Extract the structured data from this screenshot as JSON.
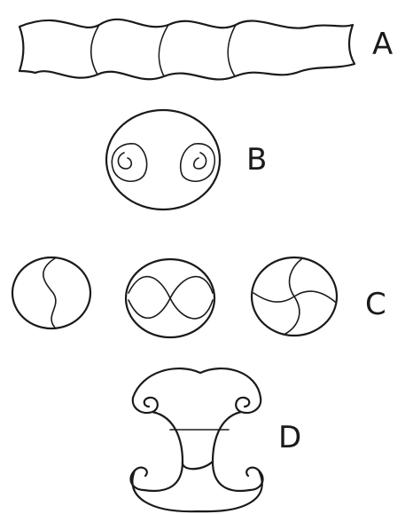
{
  "figure": {
    "labels": {
      "a": "A",
      "b": "B",
      "c": "C",
      "d": "D"
    }
  }
}
